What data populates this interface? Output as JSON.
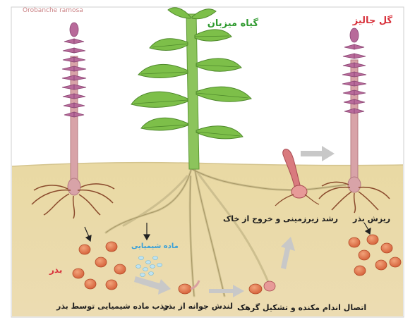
{
  "diagram": {
    "header_cut_label": "Orobanche ramosa",
    "host_plant_label": "گیاه میزبان",
    "parasite_label": "گل جالیز",
    "seed_label": "بذر",
    "chemical_label": "ماده شیمیایی",
    "absorb_label": "جذب ماده شیمیایی توسط بذر",
    "germination_label": "لندش جوانه از بذر",
    "attachment_label": "اتصال اندام مکنده و تشکیل گرهک",
    "growth_label": "رشد زیرزمینی و خروج از خاک",
    "seed_fall_label": "ریزش بذر"
  },
  "colors": {
    "soil": "#e6d7a4",
    "sky": "#ffffff",
    "leaf": "#7cc04a",
    "stem": "#8bc45a",
    "flower": "#b86a9a",
    "seed": "#e07a4c",
    "root": "#c9b98a",
    "arrow": "#bdbdbd"
  }
}
